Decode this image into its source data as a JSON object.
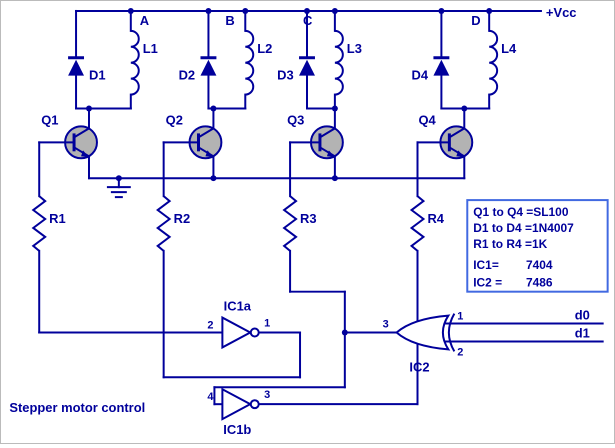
{
  "title": "Stepper motor control",
  "power": {
    "label": "+Vcc"
  },
  "phases": [
    {
      "phase": "A",
      "inductor": "L1",
      "diode": "D1",
      "transistor": "Q1",
      "resistor": "R1"
    },
    {
      "phase": "B",
      "inductor": "L2",
      "diode": "D2",
      "transistor": "Q2",
      "resistor": "R2"
    },
    {
      "phase": "C",
      "inductor": "L3",
      "diode": "D3",
      "transistor": "Q3",
      "resistor": "R3"
    },
    {
      "phase": "D",
      "inductor": "L4",
      "diode": "D4",
      "transistor": "Q4",
      "resistor": "R4"
    }
  ],
  "gates": {
    "ic1a": {
      "name": "IC1a",
      "pin_in": "2",
      "pin_out": "1"
    },
    "ic1b": {
      "name": "IC1b",
      "pin_in": "4",
      "pin_out": "3"
    },
    "ic2": {
      "name": "IC2",
      "pin_out": "3",
      "pin_in_top": "1",
      "pin_in_bottom": "2"
    }
  },
  "signals": {
    "d0": "d0",
    "d1": "d1"
  },
  "notes": {
    "line1": "Q1 to Q4 =SL100",
    "line2": "D1 to D4 =1N4007",
    "line3": "R1 to R4 =1K",
    "ic1_label": "IC1=",
    "ic1_value": "7404",
    "ic2_label": "IC2 =",
    "ic2_value": "7486"
  },
  "colors": {
    "wire": "#00009b",
    "ink": "#00009b",
    "tr_fill": "#b3b3b3",
    "note_border": "#4169e1"
  }
}
